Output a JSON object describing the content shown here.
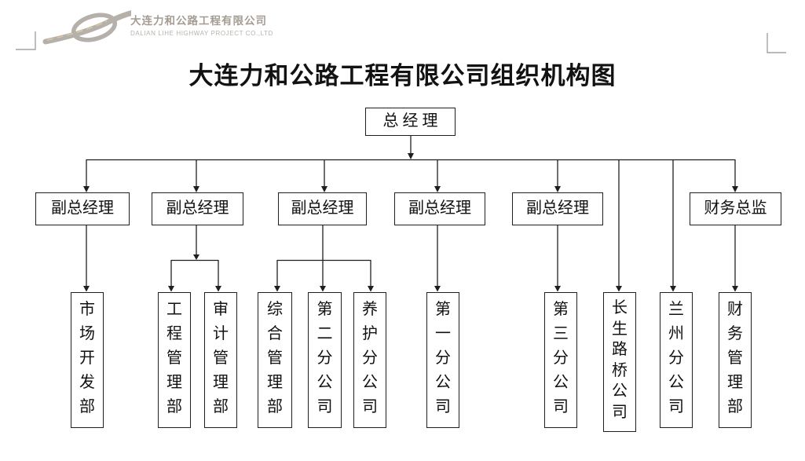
{
  "logo": {
    "company_name_cn": "大连力和公路工程有限公司",
    "company_name_en": "DALIAN LIHE HIGHWAY PROJECT CO.,LTD"
  },
  "title": "大连力和公路工程有限公司组织机构图",
  "org_chart": {
    "root": {
      "label": "总 经 理"
    },
    "managers": [
      {
        "label": "副总经理"
      },
      {
        "label": "副总经理"
      },
      {
        "label": "副总经理"
      },
      {
        "label": "副总经理"
      },
      {
        "label": "副总经理"
      },
      {
        "label": "财务总监"
      }
    ],
    "departments": [
      {
        "label": "市场开发部"
      },
      {
        "label": "工程管理部"
      },
      {
        "label": "审计管理部"
      },
      {
        "label": "综合管理部"
      },
      {
        "label": "第二分公司"
      },
      {
        "label": "养护分公司"
      },
      {
        "label": "第一分公司"
      },
      {
        "label": "第三分公司"
      },
      {
        "label": "长生路桥公司"
      },
      {
        "label": "兰州分公司"
      },
      {
        "label": "财务管理部"
      }
    ]
  },
  "colors": {
    "line": "#1f1f1f",
    "logo-gray": "#b5b0a9",
    "logo-accent": "#d9c9a0",
    "logo-text": "#a49b93",
    "logo-text-en": "#b8b3ac",
    "mark-gray": "#a3a3a3"
  }
}
